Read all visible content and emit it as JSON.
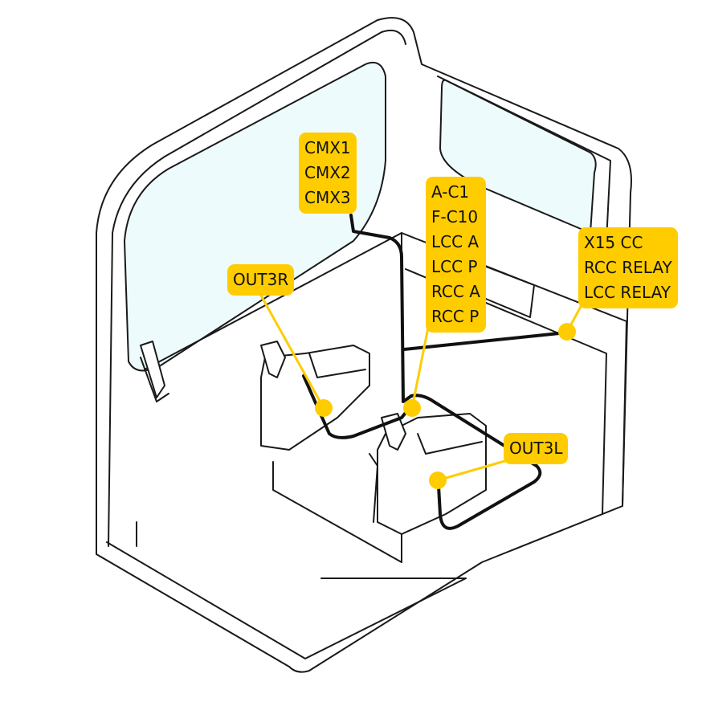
{
  "colors": {
    "callout": "#FFCC00",
    "cable": "#111111",
    "glass": "#EEFBFD",
    "outline": "#1a1a1a"
  },
  "callouts": {
    "cmx": {
      "lines": [
        "CMX1",
        "CMX2",
        "CMX3"
      ]
    },
    "out3r": {
      "lines": [
        "OUT3R"
      ]
    },
    "center": {
      "lines": [
        "A-C1",
        "F-C10",
        "LCC A",
        "LCC P",
        "RCC A",
        "RCC P"
      ]
    },
    "relay": {
      "lines": [
        "X15 CC",
        "RCC RELAY",
        "LCC RELAY"
      ]
    },
    "out3l": {
      "lines": [
        "OUT3L"
      ]
    }
  }
}
